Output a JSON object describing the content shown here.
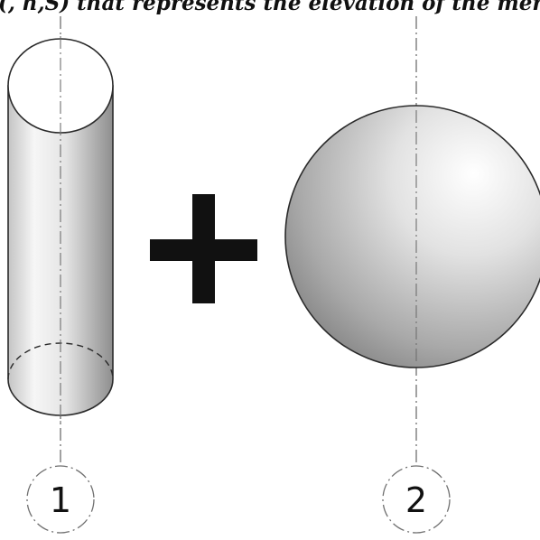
{
  "caption": "(, h,S) that represents the elevation of the merged",
  "labels": {
    "one": "1",
    "two": "2"
  },
  "colors": {
    "outline": "#2a2a2a",
    "centerline": "#6f6f6f",
    "plus_sign": "#111111",
    "cylinder_light": "#f4f4f4",
    "cylinder_shade": "#9a9a9a",
    "sphere_highlight": "#ffffff",
    "sphere_shadow": "#7a7a7a"
  }
}
